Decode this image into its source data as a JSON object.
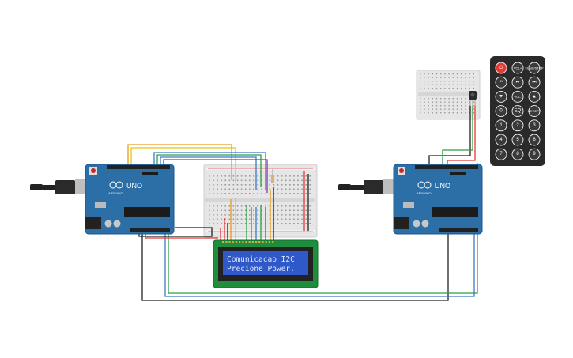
{
  "lcd": {
    "line1": "Comunicacao I2C",
    "line2": "Precione Power."
  },
  "arduino": {
    "brand": "ARDUINO",
    "model": "UNO"
  },
  "remote": {
    "keys": [
      {
        "label": "⏻",
        "icon": "power-icon",
        "color": "#e53935"
      },
      {
        "label": "VOL+",
        "icon": "vol-up-icon"
      },
      {
        "label": "FUNC/STOP",
        "icon": "func-stop-icon"
      },
      {
        "label": "⏮",
        "icon": "prev-icon"
      },
      {
        "label": "⏯",
        "icon": "play-pause-icon"
      },
      {
        "label": "⏭",
        "icon": "next-icon"
      },
      {
        "label": "▼",
        "icon": "down-icon"
      },
      {
        "label": "VOL-",
        "icon": "vol-down-icon"
      },
      {
        "label": "▲",
        "icon": "up-icon"
      },
      {
        "label": "0",
        "icon": "digit-icon"
      },
      {
        "label": "EQ",
        "icon": "eq-icon"
      },
      {
        "label": "ST/REPT",
        "icon": "repeat-icon"
      },
      {
        "label": "1",
        "icon": "digit-icon"
      },
      {
        "label": "2",
        "icon": "digit-icon"
      },
      {
        "label": "3",
        "icon": "digit-icon"
      },
      {
        "label": "4",
        "icon": "digit-icon"
      },
      {
        "label": "5",
        "icon": "digit-icon"
      },
      {
        "label": "6",
        "icon": "digit-icon"
      },
      {
        "label": "7",
        "icon": "digit-icon"
      },
      {
        "label": "8",
        "icon": "digit-icon"
      },
      {
        "label": "9",
        "icon": "digit-icon"
      }
    ]
  },
  "colors": {
    "pcb": "#2b6fa6",
    "pcb_dark": "#1f5688",
    "lcd_bg": "#2f58c9",
    "lcd_frame": "#1d8f3c",
    "breadboard": "#e8e8e8",
    "remote": "#2a2a2a",
    "wire_red": "#e53935",
    "wire_black": "#222222",
    "wire_green": "#2e9e44",
    "wire_blue": "#3f78c7",
    "wire_orange": "#e89a1a",
    "wire_yellow": "#e6c417",
    "wire_purple": "#7b3fa0"
  }
}
